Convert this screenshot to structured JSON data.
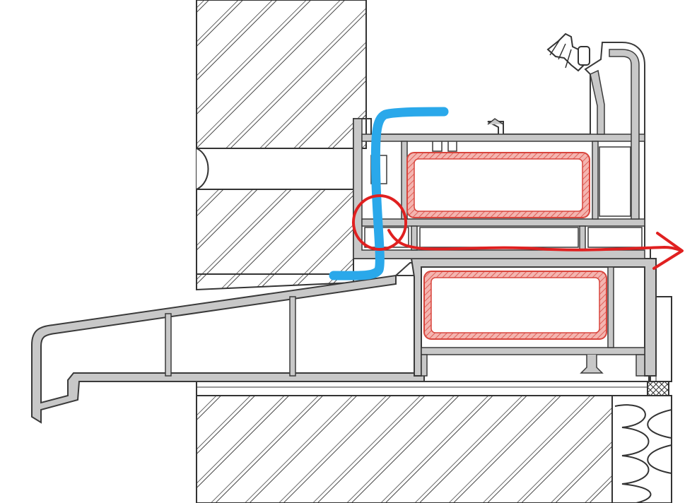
{
  "colors": {
    "background": "#ffffff",
    "line": "#3a3a3a",
    "profile_fill": "#c8c8c8",
    "reinforcement": "#e0605a",
    "blue_annotation": "#2aa8ea",
    "red_annotation": "#e02020"
  },
  "icons": [
    "hatch-wall",
    "pvc-profile",
    "steel-reinforcement",
    "hand-drawn-arrow",
    "hand-drawn-circle"
  ]
}
